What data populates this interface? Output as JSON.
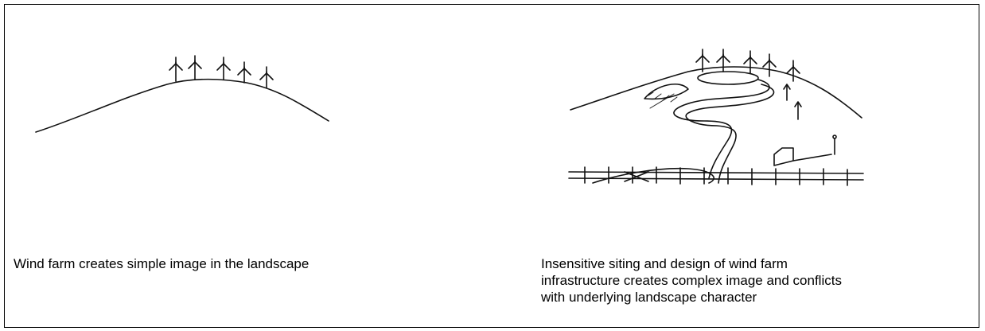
{
  "panels": [
    {
      "illustration": "simple-wind-farm-sketch",
      "caption": "Wind farm creates simple image in the landscape"
    },
    {
      "illustration": "complex-wind-farm-sketch",
      "caption": "Insensitive siting and design of wind farm\ninfrastructure creates complex image and conflicts\nwith underlying landscape character"
    }
  ]
}
